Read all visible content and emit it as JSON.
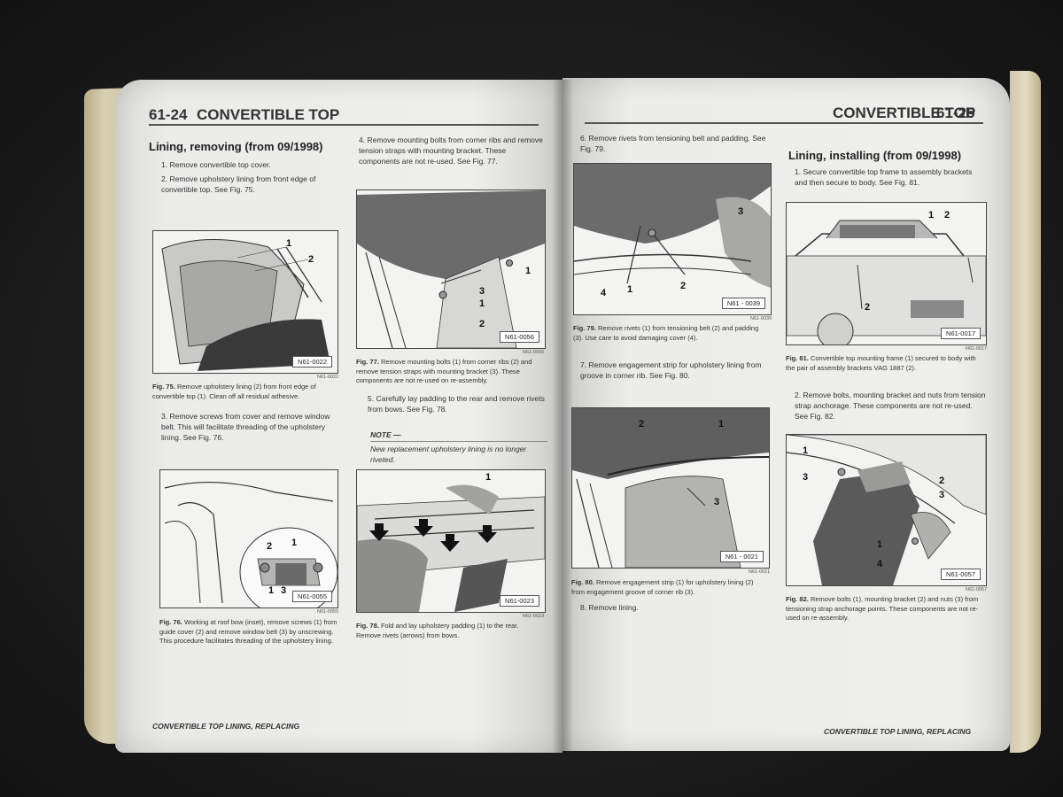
{
  "left_page": {
    "page_number": "61-24",
    "header_title": "CONVERTIBLE TOP",
    "section_title": "Lining, removing (from 09/1998)",
    "steps": {
      "s1": "1. Remove convertible top cover.",
      "s2": "2. Remove upholstery lining from front edge of convertible top. See Fig. 75.",
      "s3": "3. Remove screws from cover and remove window belt. This will facilitate threading of the upholstery lining. See Fig. 76.",
      "s4": "4. Remove mounting bolts from corner ribs and remove tension straps with mounting bracket. These components are not re-used. See Fig. 77.",
      "s5": "5. Carefully lay padding to the rear and remove rivets from bows. See Fig. 78."
    },
    "note_title": "NOTE —",
    "note_text": "New replacement upholstery lining is no longer riveted.",
    "figures": {
      "f75": {
        "id": "N61-0022",
        "code": "N61-0022",
        "callouts": [
          "1",
          "2"
        ]
      },
      "f76": {
        "id": "N61-0055",
        "code": "N61-0055",
        "callouts": [
          "2",
          "1",
          "1",
          "3"
        ]
      },
      "f77": {
        "id": "N61-0056",
        "code": "N61-0056",
        "callouts": [
          "1",
          "3",
          "1",
          "2"
        ]
      },
      "f78": {
        "id": "N61-0023",
        "code": "N61-0023",
        "callouts": [
          "1"
        ]
      }
    },
    "captions": {
      "c75_label": "Fig. 75.",
      "c75_text": "Remove upholstery lining (2) from front edge of convertible top (1). Clean off all residual adhesive.",
      "c76_label": "Fig. 76.",
      "c76_text": "Working at roof bow (inset), remove screws (1) from guide cover (2) and remove window belt (3) by unscrewing. This procedure facilitates threading of the upholstery lining.",
      "c77_label": "Fig. 77.",
      "c77_text": "Remove mounting bolts (1) from corner ribs (2) and remove tension straps with mounting bracket (3). These components are not re-used on re-assembly.",
      "c78_label": "Fig. 78.",
      "c78_text": "Fold and lay upholstery padding (1) to the rear. Remove rivets (arrows) from bows."
    },
    "footer": "CONVERTIBLE TOP LINING, REPLACING"
  },
  "right_page": {
    "page_number": "61-25",
    "header_title": "CONVERTIBLE TOP",
    "section_title": "Lining, installing (from 09/1998)",
    "steps": {
      "s6": "6. Remove rivets from tensioning belt and padding. See Fig. 79.",
      "s7": "7. Remove engagement strip for upholstery lining from groove in corner rib. See Fig. 80.",
      "s8": "8. Remove lining.",
      "i1": "1. Secure convertible top frame to assembly brackets and then secure to body. See Fig. 81.",
      "i2": "2. Remove bolts, mounting bracket and nuts from tension strap anchorage. These components are not re-used. See Fig. 82."
    },
    "figures": {
      "f79": {
        "id": "N61 - 0039",
        "code": "N61-0039",
        "callouts": [
          "3",
          "4",
          "1",
          "2"
        ]
      },
      "f80": {
        "id": "N61 - 0021",
        "code": "N61-0021",
        "callouts": [
          "2",
          "1",
          "3"
        ]
      },
      "f81": {
        "id": "N61-0017",
        "code": "N61-0017",
        "callouts": [
          "1",
          "2",
          "2"
        ]
      },
      "f82": {
        "id": "N61-0057",
        "code": "N61-0057",
        "callouts": [
          "1",
          "3",
          "2",
          "3",
          "1",
          "4"
        ]
      }
    },
    "captions": {
      "c79_label": "Fig. 79.",
      "c79_text": "Remove rivets (1) from tensioning belt (2) and padding (3). Use care to avoid damaging cover (4).",
      "c80_label": "Fig. 80.",
      "c80_text": "Remove engagement strip (1) for upholstery lining (2) from engagement groove of corner rib (3).",
      "c81_label": "Fig. 81.",
      "c81_text": "Convertible top mounting frame (1) secured to body with the pair of assembly brackets VAG 1887 (2).",
      "c82_label": "Fig. 82.",
      "c82_text": "Remove bolts (1), mounting bracket (2) and nuts (3) from tensioning strap anchorage points. These components are not re-used on re-assembly."
    },
    "footer": "CONVERTIBLE TOP LINING, REPLACING"
  }
}
